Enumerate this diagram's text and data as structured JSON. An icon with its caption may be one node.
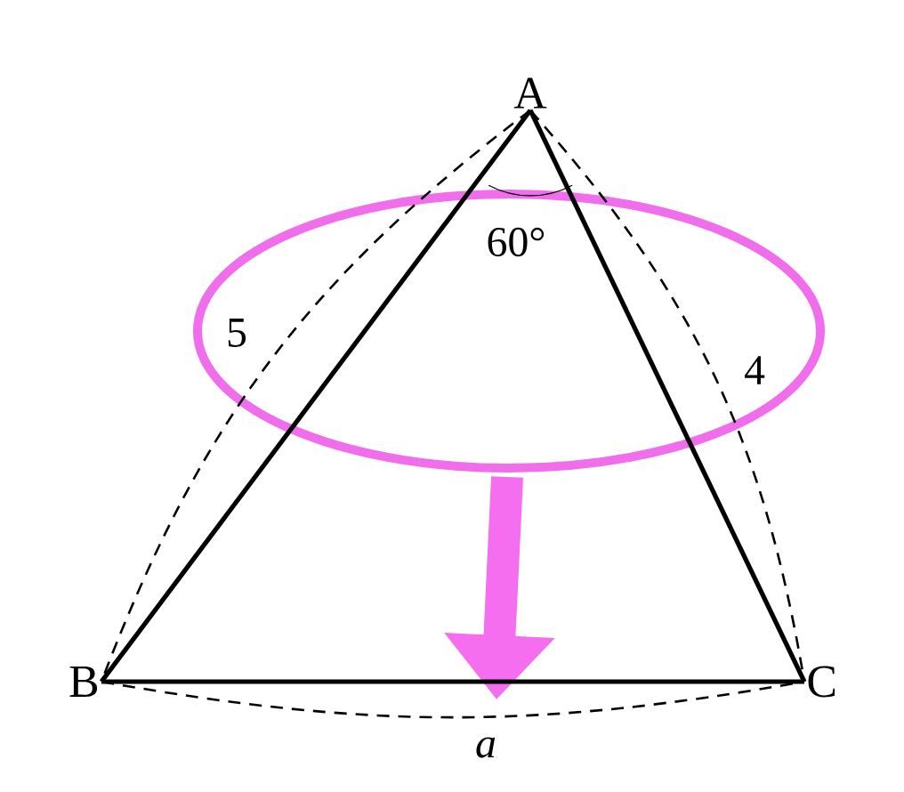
{
  "diagram": {
    "nodes": [
      {
        "text": [
          "A"
        ]
      },
      {
        "text": [
          "B"
        ]
      },
      {
        "text": [
          "C"
        ]
      }
    ],
    "edges": [
      {
        "from": 0,
        "to": 1,
        "arrow": "none"
      },
      {
        "from": 0,
        "to": 2,
        "arrow": "none"
      },
      {
        "from": 1,
        "to": 2,
        "arrow": "none"
      },
      {
        "from": 0,
        "to": 1,
        "arrow": "none",
        "style": "dashed",
        "label": "5"
      },
      {
        "from": 0,
        "to": 2,
        "arrow": "none",
        "style": "dashed",
        "label": "4"
      },
      {
        "from": 1,
        "to": 2,
        "arrow": "none",
        "style": "dashed",
        "label": "a"
      }
    ],
    "labels": [
      "60°"
    ]
  }
}
